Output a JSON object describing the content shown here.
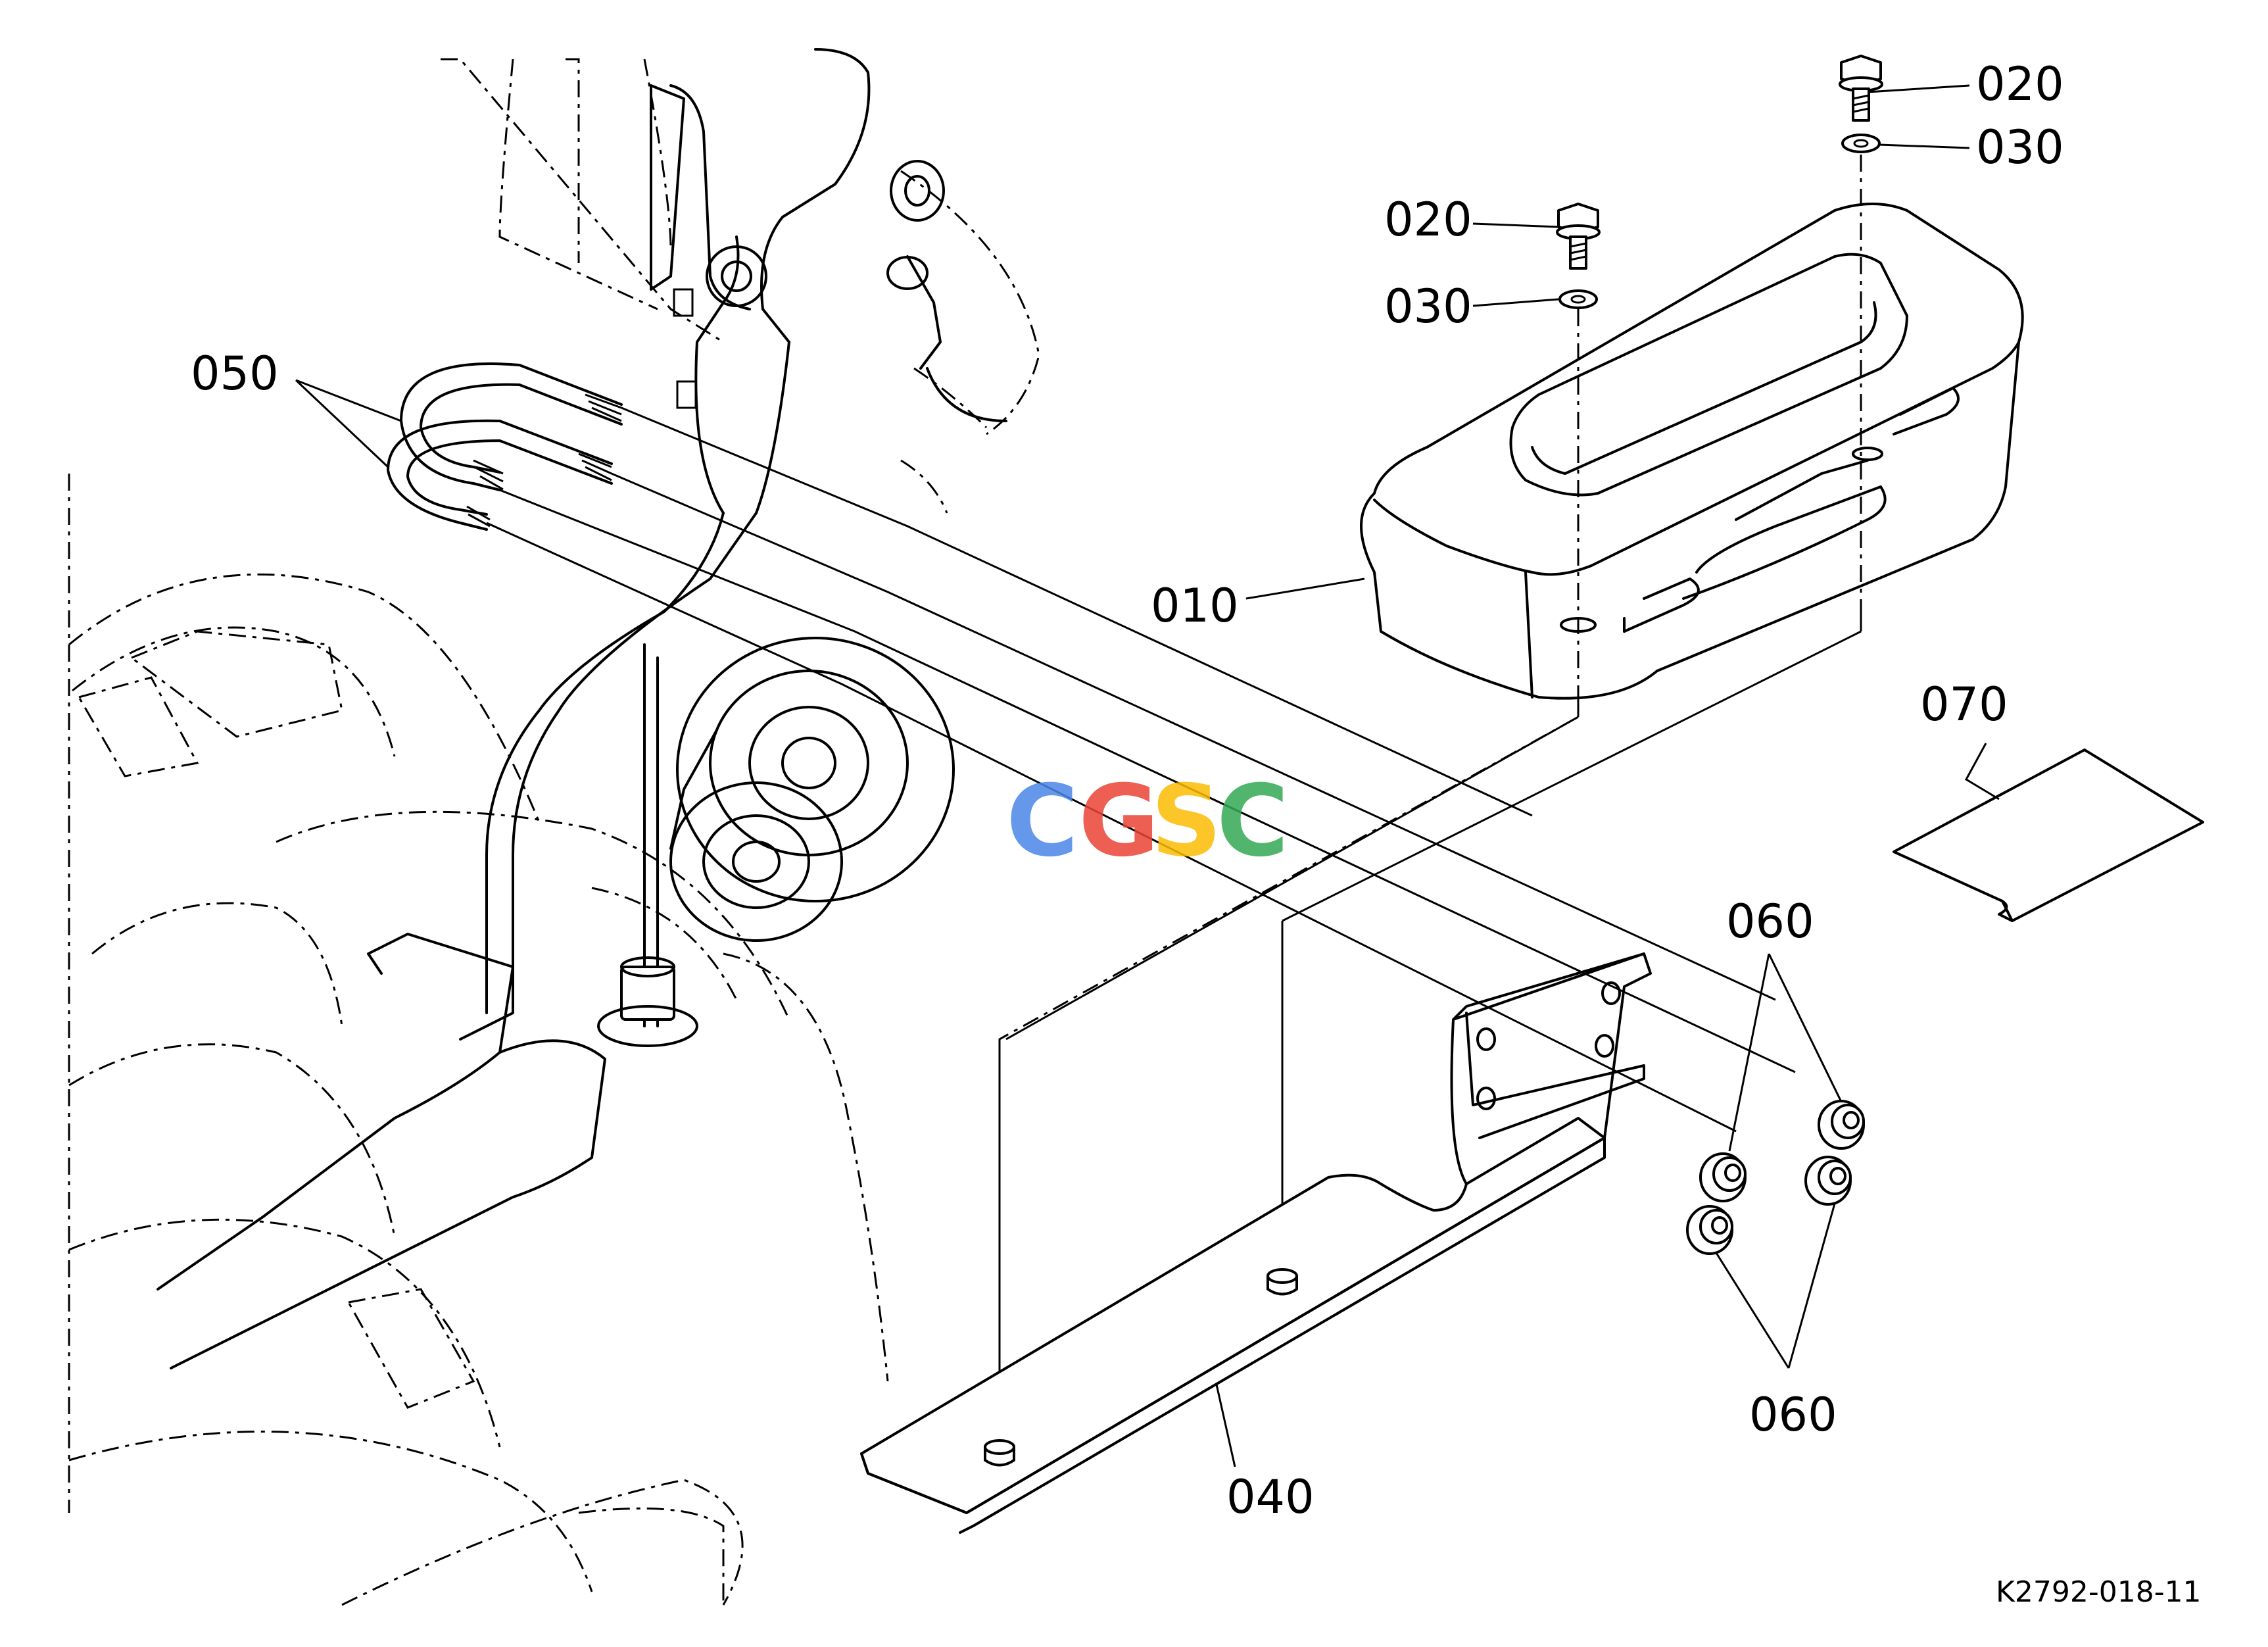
{
  "diagram": {
    "part_labels": {
      "p010": "010",
      "p020a": "020",
      "p020b": "020",
      "p030a": "030",
      "p030b": "030",
      "p040": "040",
      "p050": "050",
      "p060a": "060",
      "p060b": "060",
      "p070": "070"
    },
    "watermark": {
      "letters": [
        "C",
        "G",
        "S",
        "C"
      ],
      "colors": [
        "#4a86e8",
        "#ea4335",
        "#fbbc04",
        "#34a853"
      ]
    },
    "drawing_code": "K2792-018-11"
  }
}
